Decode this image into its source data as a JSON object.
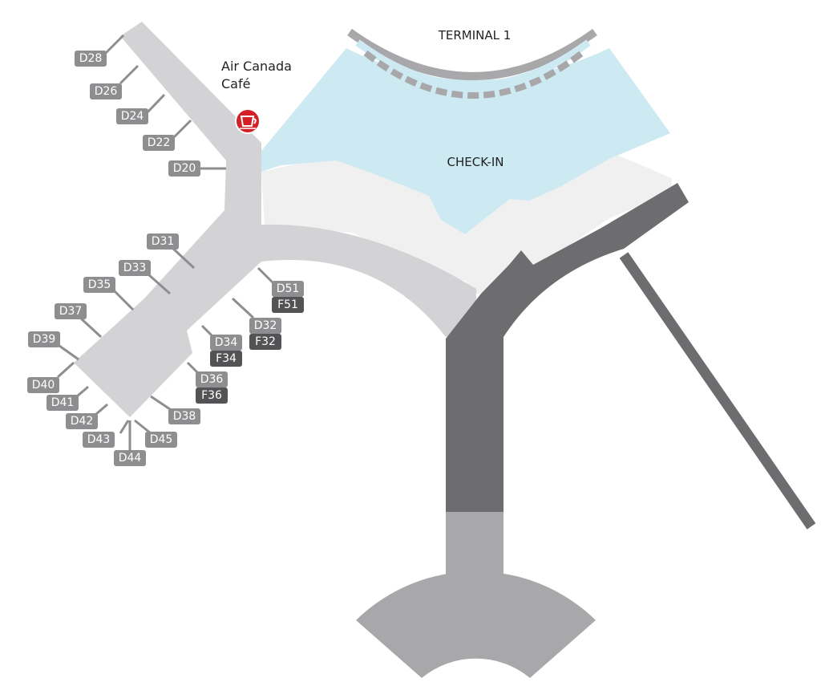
{
  "map": {
    "areas": {
      "terminal_label": "TERMINAL 1",
      "checkin_label": "CHECK-IN",
      "poi_name_line1": "Air Canada",
      "poi_name_line2": "Café",
      "poi_icon": "air-canada-cafe-icon"
    },
    "colors": {
      "checkin": "#cde9f2",
      "concourse_light": "#d3d3d5",
      "concourse_white": "#f0f0f1",
      "pier_dark": "#6d6d70",
      "pier_mid": "#a8a8aa",
      "gate_label_light": "#8e8e90",
      "gate_label_dark": "#535355",
      "poi_red": "#d32027"
    },
    "gates": [
      "D28",
      "D26",
      "D24",
      "D22",
      "D20",
      "D31",
      "D33",
      "D35",
      "D37",
      "D39",
      "D40",
      "D41",
      "D42",
      "D43",
      "D44",
      "D45",
      "D38",
      "D51",
      "F51",
      "D32",
      "F32",
      "D34",
      "F34",
      "D36",
      "F36"
    ]
  }
}
